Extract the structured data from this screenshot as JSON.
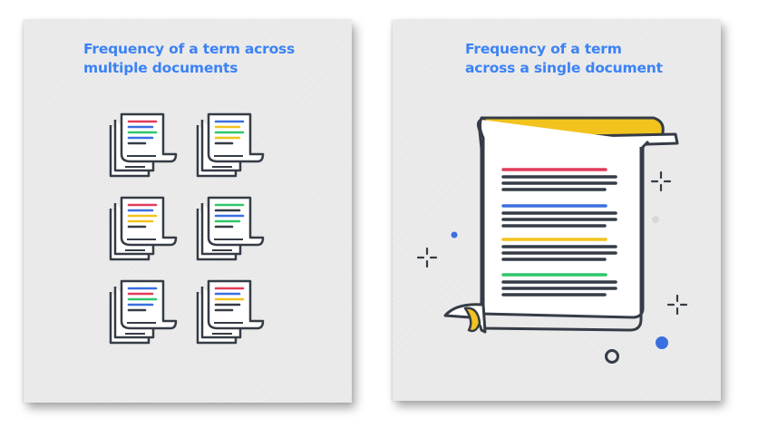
{
  "panels": [
    {
      "title_lines": [
        "Frequency of a term across",
        "multiple documents"
      ]
    },
    {
      "title_lines": [
        "Frequency of a term",
        "across a single document"
      ]
    }
  ],
  "colors": {
    "title": "#3b82f6",
    "outline": "#353c46",
    "red": "#e23b5a",
    "blue": "#3b6fe0",
    "yellow": "#f2c31d",
    "green": "#2fc76a",
    "paper": "#ffffff"
  },
  "icons": {
    "document_stack": "document-stack-icon",
    "scroll": "scroll-icon",
    "sparkle": "sparkle-icon"
  }
}
